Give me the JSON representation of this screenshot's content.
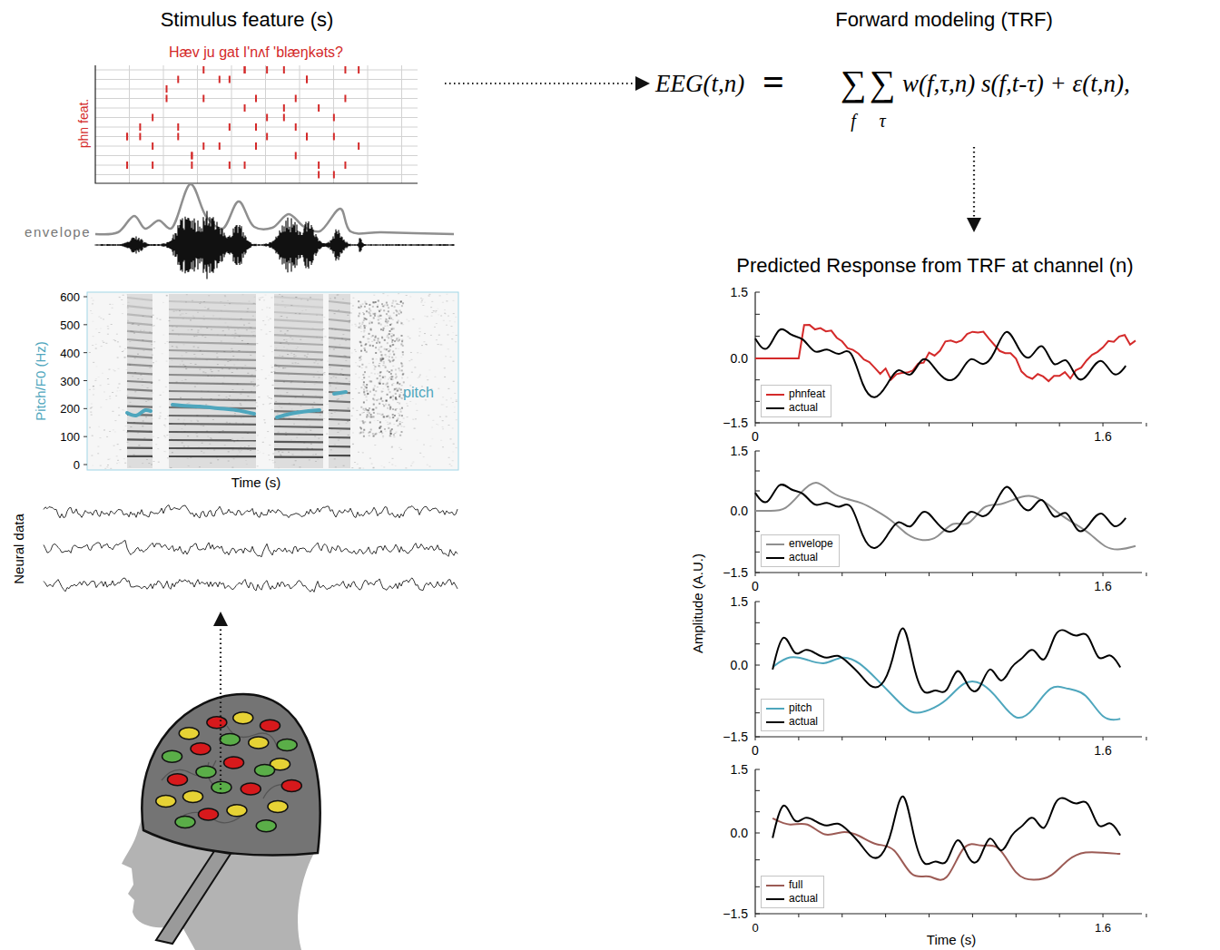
{
  "diagram": {
    "labels": [
      "Stimulus feature (s)",
      "Forward modeling (TRF)",
      "Hæv ju gat I'nʌf 'blæŋkəts?",
      "phn feat.",
      "envelope",
      "600",
      "500",
      "400",
      "300",
      "200",
      "100",
      "0",
      "Pitch/F0 (Hz)",
      "pitch",
      "Time (s)",
      "Neural data",
      "EEG(t,n)",
      "=",
      "∑",
      "∑",
      "f",
      "τ",
      "w(f,τ,n) s(f,t-τ) + ε(t,n),",
      "Predicted Response from TRF at channel (n)",
      "Amplitude (A.U.)",
      "1.5",
      "0.0",
      "−1.5",
      "0",
      "1.6",
      "1.5",
      "0.0",
      "−1.5",
      "0",
      "1.6",
      "1.5",
      "0.0",
      "−1.5",
      "0",
      "1.6",
      "1.5",
      "0.0",
      "−1.5",
      "0",
      "1.6",
      "Time (s)"
    ],
    "legend": [
      {
        "text": "phnfeat"
      },
      {
        "text": "actual"
      },
      {
        "text": "envelope"
      },
      {
        "text": "actual"
      },
      {
        "text": "pitch"
      },
      {
        "text": "actual"
      },
      {
        "text": "full"
      },
      {
        "text": "actual"
      }
    ]
  }
}
